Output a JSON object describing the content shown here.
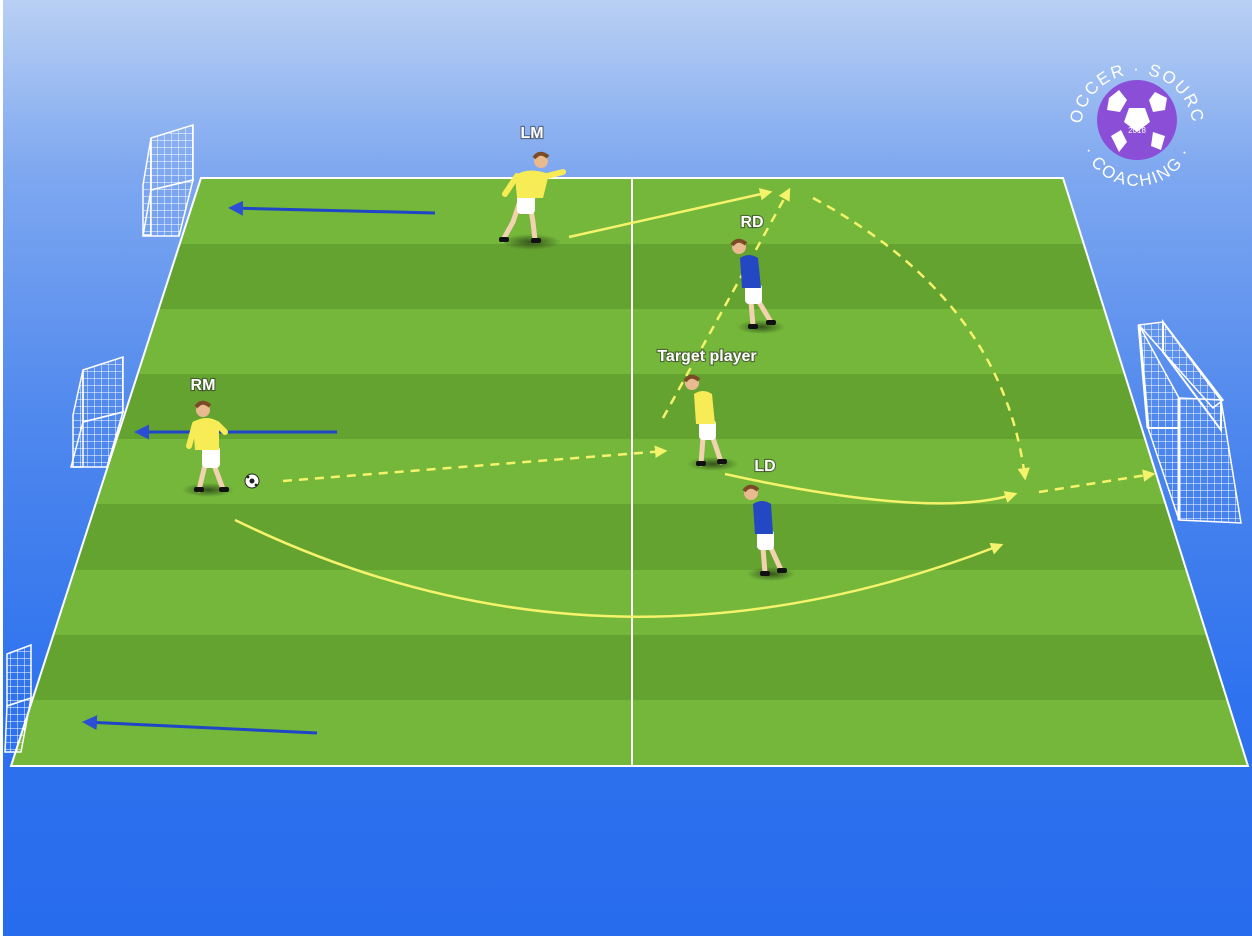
{
  "logo": {
    "top_text": "SOCCER · SOURCE",
    "bottom_text": "· COACHING ·",
    "year": "2018",
    "ball_color": "#8a4fd6"
  },
  "players": [
    {
      "label": "LM",
      "team": "yellow"
    },
    {
      "label": "RM",
      "team": "yellow"
    },
    {
      "label": "Target player",
      "team": "yellow"
    },
    {
      "label": "RD",
      "team": "blue"
    },
    {
      "label": "LD",
      "team": "blue"
    }
  ],
  "colors": {
    "pitch_light": "#74b73a",
    "pitch_dark": "#5f9b2f",
    "pass_arrow": "#f5f36b",
    "run_arrow": "#1f45c9",
    "yellow_kit": "#f7ec55",
    "blue_kit": "#2447c4"
  }
}
